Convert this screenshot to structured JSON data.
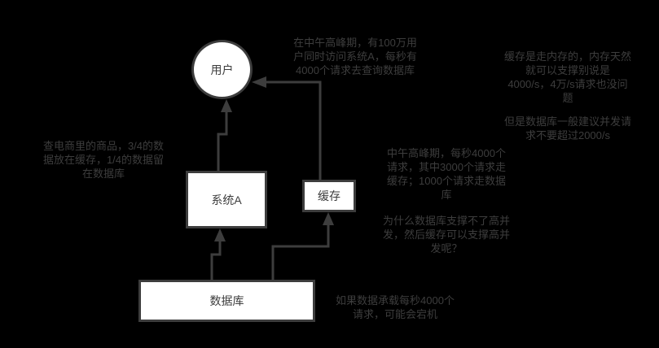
{
  "diagram": {
    "background": "#000000",
    "stroke_color": "#3d3d3d",
    "node_fill": "#ffffff"
  },
  "nodes": {
    "user": {
      "label": "用户",
      "shape": "circle"
    },
    "system_a": {
      "label": "系统A",
      "shape": "rect"
    },
    "cache": {
      "label": "缓存",
      "shape": "rect"
    },
    "database": {
      "label": "数据库",
      "shape": "rect"
    }
  },
  "annotations": {
    "peak_overview": {
      "text": "在中午高峰期，有100万用\n户同时访问系统A，每秒有\n4000个请求去查询数据库"
    },
    "cache_memory": {
      "text": "缓存是走内存的，内存天然\n就可以支撑别说是\n4000/s，4万/s请求也没问\n题"
    },
    "db_limit": {
      "text": "但是数据库一般建议并发请\n求不要超过2000/s"
    },
    "data_split": {
      "text": "查电商里的商品，3/4的数\n据放在缓存，1/4的数据留\n在数据库"
    },
    "request_split": {
      "text": "中午高峰期，每秒4000个\n请求，其中3000个请求走\n缓存；1000个请求走数据\n库"
    },
    "why_question": {
      "text": "为什么数据库支撑不了高并\n发，然后缓存可以支撑高并\n发呢？"
    },
    "crash_warning": {
      "text": "如果数据承载每秒4000个\n请求，可能会宕机"
    }
  }
}
